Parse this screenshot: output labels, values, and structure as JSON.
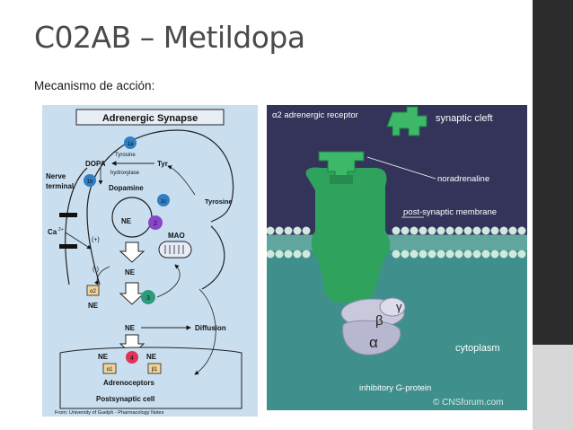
{
  "slide": {
    "title": "C02AB – Metildopa",
    "subtitle": "Mecanismo de acción:"
  },
  "synapse_figure": {
    "title": "Adrenergic Synapse",
    "labels": {
      "nerve_terminal": [
        "Nerve",
        "terminal"
      ],
      "dopa": "DOPA",
      "tyr": "Tyr",
      "tyrosine_hydroxylase": [
        "Tyrosine",
        "hydroxylase"
      ],
      "dopamine": "Dopamine",
      "tyrosine_out": "Tyrosine",
      "ne_vesicle": "NE",
      "mao": "MAO",
      "ca": "Ca",
      "ca_sup": "2+",
      "plus": "(+)",
      "minus": "(-)",
      "ne_mid": "NE",
      "alpha2": "α2",
      "ne_left": "NE",
      "ne_cleft": "NE",
      "diffusion": "Diffusion",
      "ne_post_left": "NE",
      "ne_post_right": "NE",
      "alpha1": "α1",
      "beta1": "β1",
      "adrenoceptors": "Adrenoceptors",
      "postsynaptic_cell": "Postsynaptic cell",
      "source": "From: University of Guelph - Pharmacology Notes"
    },
    "markers": {
      "m1a": "1a",
      "m1b": "1b",
      "m1c": "1c",
      "m2": "2",
      "m3": "3",
      "m4": "4"
    },
    "colors": {
      "background": "#c9dff0",
      "marker_blue": "#2f7fc4",
      "marker_purple": "#8a46c8",
      "marker_green": "#2f9b7a",
      "marker_red": "#e0335a",
      "receptor_box": "#f0d49a"
    }
  },
  "receptor_figure": {
    "labels": {
      "receptor": "α2 adrenergic receptor",
      "synaptic_cleft": "synaptic cleft",
      "noradrenaline": "noradrenaline",
      "membrane": "post-synaptic membrane",
      "gamma": "γ",
      "beta": "β",
      "alpha": "α",
      "cytoplasm": "cytoplasm",
      "g_protein": "inhibitory G-protein",
      "copyright": "© CNSforum.com"
    },
    "colors": {
      "cleft": "#34345a",
      "cytoplasm": "#3f8f8c",
      "receptor": "#2fa25e",
      "membrane_bead": "#cfe9df",
      "g_protein": "#c9c9dc"
    }
  }
}
